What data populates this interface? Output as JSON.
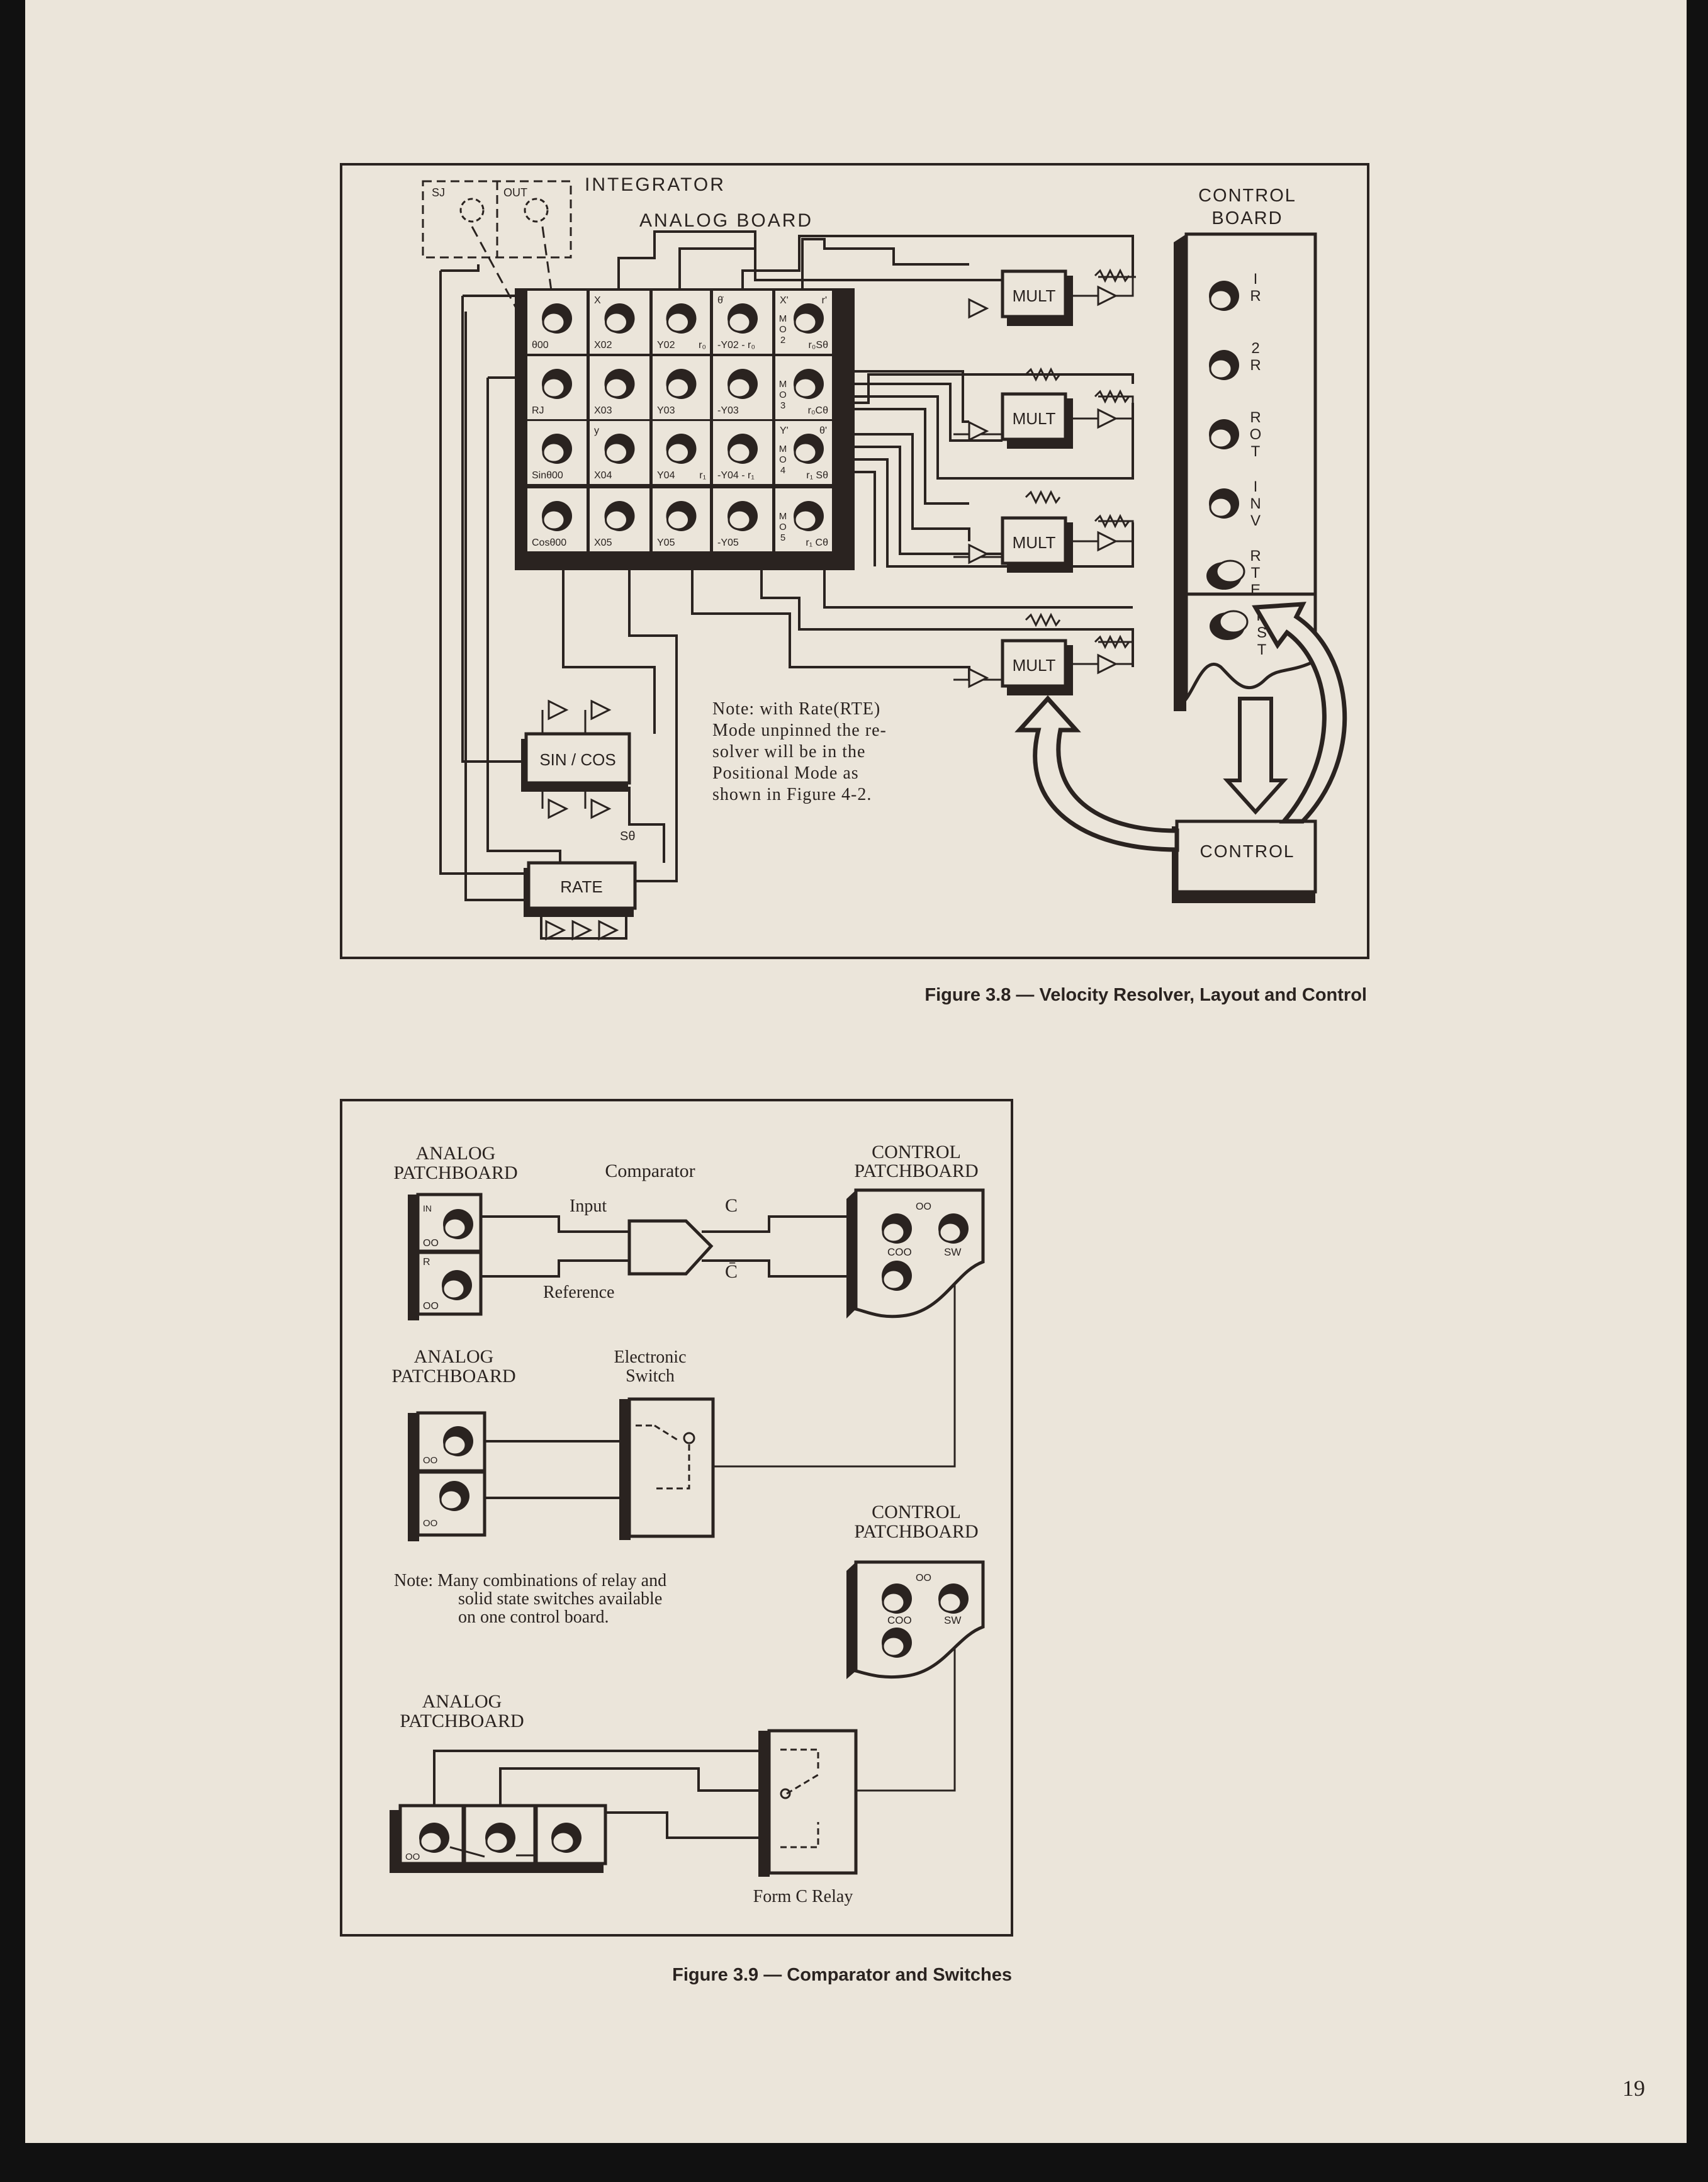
{
  "figure_3_8": {
    "caption": "Figure 3.8 — Velocity Resolver, Layout and Control",
    "integrator_label": "INTEGRATOR",
    "integrator_sj": "SJ",
    "integrator_out": "OUT",
    "analog_board_label": "ANALOG BOARD",
    "control_board_label_1": "CONTROL",
    "control_board_label_2": "BOARD",
    "grid": [
      [
        {
          "bl": "θ00"
        },
        {
          "tl": "X",
          "bl": "X02"
        },
        {
          "bl": "Y02",
          "br": "r₀"
        },
        {
          "tl": "θ̇",
          "bl": "-Y02 - r₀"
        },
        {
          "tl": "X'",
          "tr": "r'",
          "side": "MO2",
          "br": "r₀Sθ"
        }
      ],
      [
        {
          "bl": "RJ"
        },
        {
          "bl": "X03"
        },
        {
          "bl": "Y03"
        },
        {
          "bl": "-Y03"
        },
        {
          "side": "MO3",
          "br": "r₀Cθ"
        }
      ],
      [
        {
          "bl": "Sinθ00"
        },
        {
          "tl": "y",
          "bl": "X04"
        },
        {
          "bl": "Y04",
          "br": "r₁"
        },
        {
          "bl": "-Y04 - r₁"
        },
        {
          "tl": "Y'",
          "tr": "θ'",
          "side": "MO4",
          "br": "r₁ Sθ"
        }
      ],
      [
        {
          "bl": "Cosθ00"
        },
        {
          "bl": "X05"
        },
        {
          "bl": "Y05"
        },
        {
          "bl": "-Y05"
        },
        {
          "side": "MO5",
          "br": "r₁ Cθ"
        }
      ]
    ],
    "mult_label": "MULT",
    "sincos_label": "SIN / COS",
    "s_theta_label": "Sθ",
    "rate_label": "RATE",
    "control_label": "CONTROL",
    "control_switches": [
      "IR",
      "2R",
      "ROT",
      "INV",
      "RTE"
    ],
    "reset_switch": "RST",
    "note": [
      "Note:  with Rate(RTE)",
      "Mode unpinned the re-",
      "solver will be in the",
      "Positional Mode as",
      "shown in Figure 4-2."
    ]
  },
  "figure_3_9": {
    "caption": "Figure 3.9 — Comparator and Switches",
    "analog_patchboard": [
      "ANALOG",
      "PATCHBOARD"
    ],
    "control_patchboard": [
      "CONTROL",
      "PATCHBOARD"
    ],
    "comparator_label": "Comparator",
    "input_label": "Input",
    "reference_label": "Reference",
    "c_label": "C",
    "c_bar_label": "C̄",
    "in_label": "IN",
    "r_label": "R",
    "oo_label": "OO",
    "coo_label": "COO",
    "sw_label": "SW",
    "electronic_switch": [
      "Electronic",
      "Switch"
    ],
    "note": [
      "Note:  Many combinations of relay and",
      "solid state switches available",
      "on one control board."
    ],
    "form_c_relay": "Form C Relay"
  },
  "page_number": "19"
}
